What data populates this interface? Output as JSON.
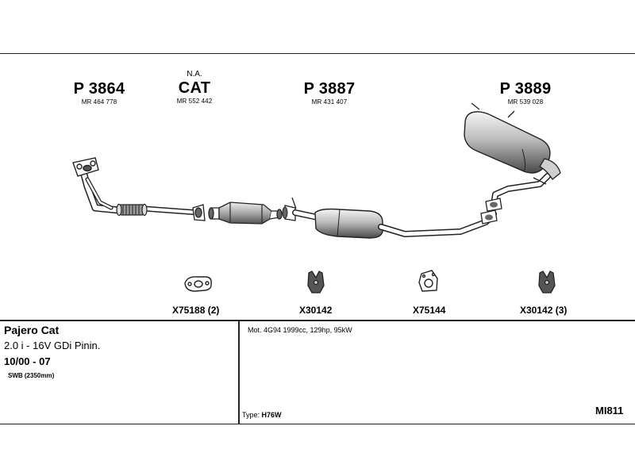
{
  "parts": [
    {
      "code": "P 3864",
      "ref": "MR 464 778",
      "na": ""
    },
    {
      "code": "CAT",
      "ref": "MR 552 442",
      "na": "N.A."
    },
    {
      "code": "P 3887",
      "ref": "MR 431 407",
      "na": ""
    },
    {
      "code": "P 3889",
      "ref": "MR 539 028",
      "na": ""
    }
  ],
  "clamps": [
    {
      "label": "X75188 (2)",
      "icon": "gasket-icon"
    },
    {
      "label": "X30142",
      "icon": "rubber-mount-icon"
    },
    {
      "label": "X75144",
      "icon": "gasket-icon"
    },
    {
      "label": "X30142 (3)",
      "icon": "rubber-mount-icon"
    }
  ],
  "vehicle": {
    "model": "Pajero Cat",
    "engine": "2.0 i - 16V GDi Pinin.",
    "years": "10/00 - 07",
    "wheelbase": "SWB (2350mm)"
  },
  "details": {
    "motor": "Mot. 4G94 1999cc, 129hp, 95kW",
    "type_label": "Type:",
    "type_value": "H76W",
    "code": "MI811"
  }
}
